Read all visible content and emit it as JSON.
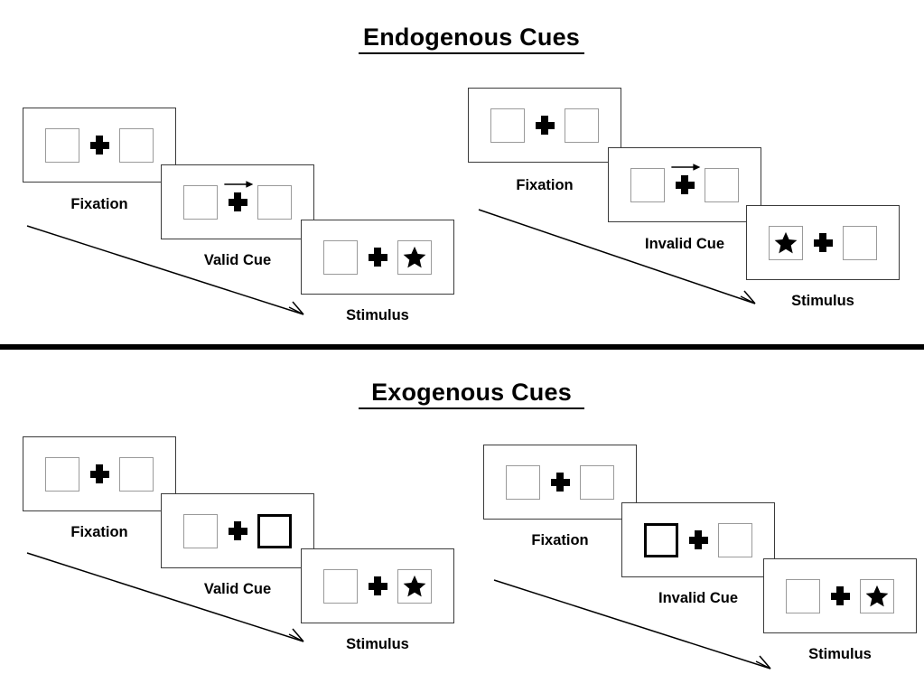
{
  "figure": {
    "title_endogenous": "Endogenous Cues",
    "title_exogenous": "Exogenous Cues"
  },
  "sections": [
    {
      "id": "endogenous",
      "title": "Endogenous Cues",
      "cue_type": "central-arrow",
      "streams": [
        {
          "id": "endogenous-valid",
          "validity": "valid",
          "panels": [
            {
              "label": "Fixation",
              "left_box": "empty",
              "right_box": "empty",
              "center": "plus",
              "cue": "none",
              "target": "none"
            },
            {
              "label": "Valid Cue",
              "left_box": "empty",
              "right_box": "empty",
              "center": "plus",
              "cue": "arrow-right",
              "target": "none"
            },
            {
              "label": "Stimulus",
              "left_box": "empty",
              "right_box": "star",
              "center": "plus",
              "cue": "none",
              "target": "right"
            }
          ]
        },
        {
          "id": "endogenous-invalid",
          "validity": "invalid",
          "panels": [
            {
              "label": "Fixation",
              "left_box": "empty",
              "right_box": "empty",
              "center": "plus",
              "cue": "none",
              "target": "none"
            },
            {
              "label": "Invalid Cue",
              "left_box": "empty",
              "right_box": "empty",
              "center": "plus",
              "cue": "arrow-right",
              "target": "none"
            },
            {
              "label": "Stimulus",
              "left_box": "star",
              "right_box": "empty",
              "center": "plus",
              "cue": "none",
              "target": "left"
            }
          ]
        }
      ]
    },
    {
      "id": "exogenous",
      "title": "Exogenous Cues",
      "cue_type": "peripheral-box-flash",
      "streams": [
        {
          "id": "exogenous-valid",
          "validity": "valid",
          "panels": [
            {
              "label": "Fixation",
              "left_box": "empty",
              "right_box": "empty",
              "center": "plus",
              "cue": "none",
              "target": "none"
            },
            {
              "label": "Valid Cue",
              "left_box": "empty",
              "right_box": "highlight",
              "center": "plus",
              "cue": "box-right",
              "target": "none"
            },
            {
              "label": "Stimulus",
              "left_box": "empty",
              "right_box": "star",
              "center": "plus",
              "cue": "none",
              "target": "right"
            }
          ]
        },
        {
          "id": "exogenous-invalid",
          "validity": "invalid",
          "panels": [
            {
              "label": "Fixation",
              "left_box": "empty",
              "right_box": "empty",
              "center": "plus",
              "cue": "none",
              "target": "none"
            },
            {
              "label": "Invalid Cue",
              "left_box": "highlight",
              "right_box": "empty",
              "center": "plus",
              "cue": "box-left",
              "target": "none"
            },
            {
              "label": "Stimulus",
              "left_box": "empty",
              "right_box": "star",
              "center": "plus",
              "cue": "none",
              "target": "right"
            }
          ]
        }
      ]
    }
  ],
  "labels": {
    "fixation": "Fixation",
    "valid_cue": "Valid Cue",
    "invalid_cue": "Invalid Cue",
    "stimulus": "Stimulus"
  },
  "colors": {
    "background": "#ffffff",
    "frame_border": "#3a3a3a",
    "box_border": "#9a9a9a",
    "highlight_border": "#000000",
    "ink": "#000000",
    "divider": "#000000"
  }
}
